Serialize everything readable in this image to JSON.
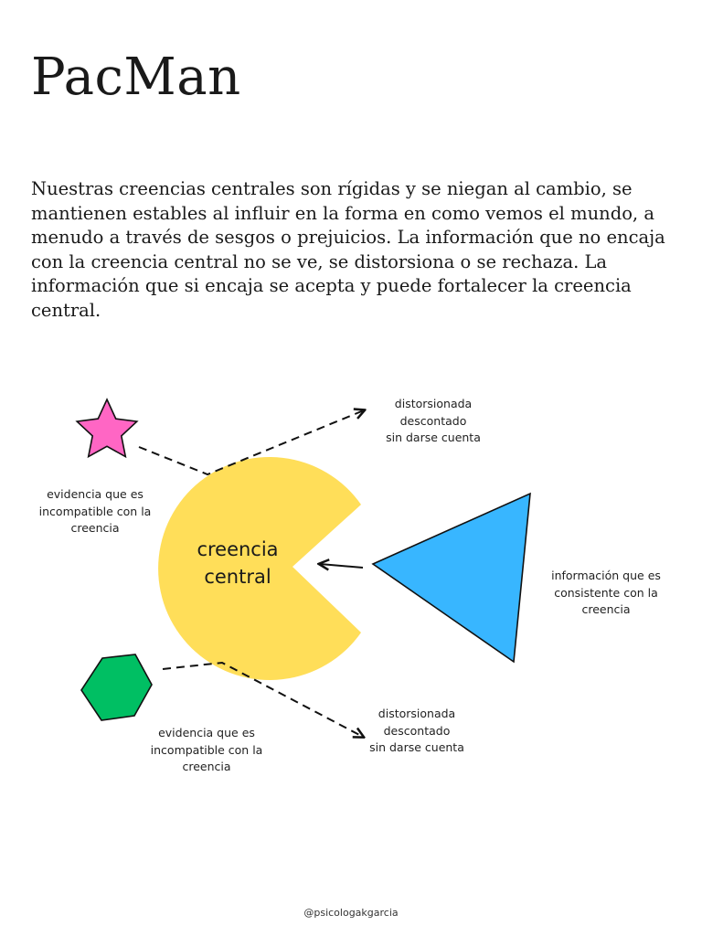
{
  "title": "PacMan",
  "intro": "Nuestras creencias centrales son rígidas y se niegan al cambio, se mantienen estables al influir en la forma en como vemos el mundo, a menudo a través de sesgos o prejuicios. La información que no encaja con la creencia central no se ve, se distorsiona o se rechaza. La información que si encaja se acepta y puede fortalecer la creencia central.",
  "diagram": {
    "center": {
      "line1": "creencia",
      "line2": "central",
      "color": "#FFDE59"
    },
    "star": {
      "icon": "star-icon",
      "color": "#FF66C4"
    },
    "hexagon": {
      "icon": "hexagon-icon",
      "color": "#00BF63"
    },
    "triangle": {
      "icon": "triangle-icon",
      "color": "#38B6FF"
    },
    "star_label": [
      "evidencia que es",
      "incompatible con la",
      "creencia"
    ],
    "hexagon_label": [
      "evidencia que es",
      "incompatible con la",
      "creencia"
    ],
    "triangle_label": [
      "información que es",
      "consistente con la",
      "creencia"
    ],
    "top_outcome": [
      "distorsionada",
      "descontado",
      "sin darse cuenta"
    ],
    "bottom_outcome": [
      "distorsionada",
      "descontado",
      "sin darse cuenta"
    ]
  },
  "footer": "@psicologakgarcia"
}
